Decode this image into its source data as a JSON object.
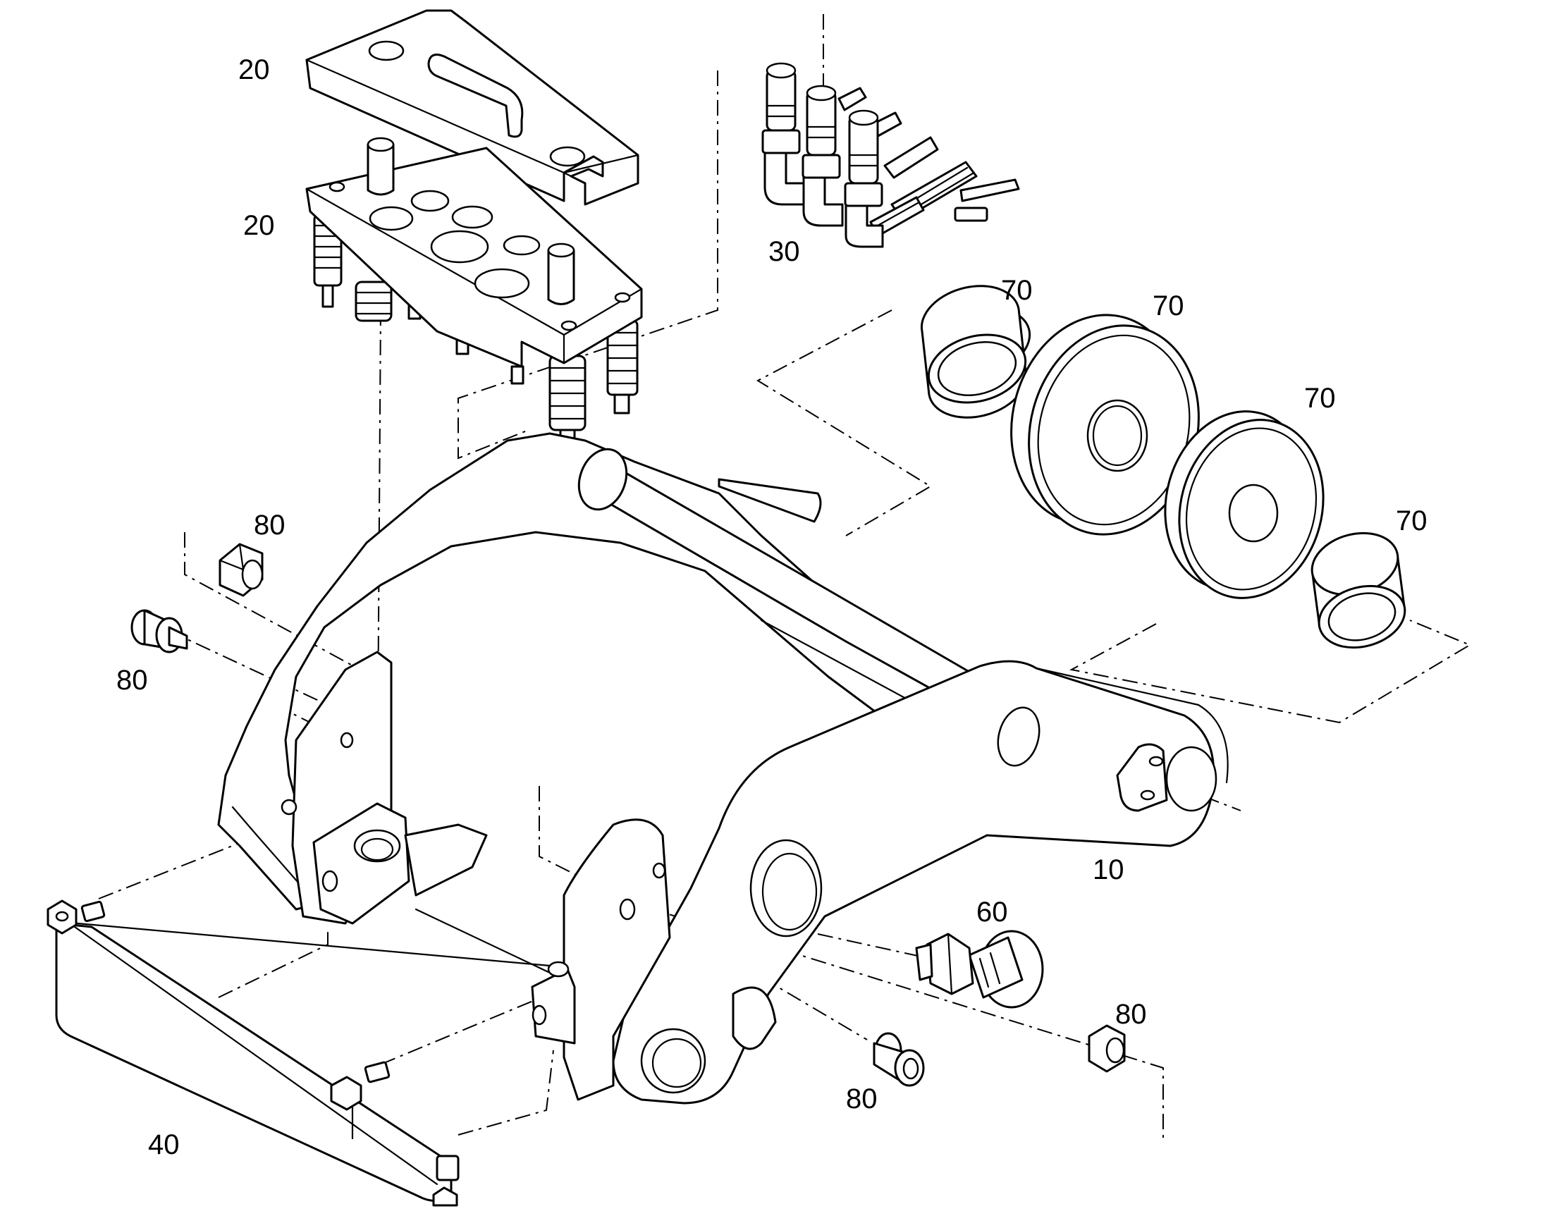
{
  "labels": {
    "cover_plate": "20",
    "valve_block": "20",
    "hose_kit": "30",
    "roller_sleeve_top": "70",
    "roller_wheel_large": "70",
    "roller_wheel_small": "70",
    "roller_sleeve_bottom": "70",
    "nut_left": "80",
    "screw_left": "80",
    "frame": "10",
    "grease_nipple": "60",
    "nut_right": "80",
    "screw_bottom": "80",
    "guard_plate": "40"
  }
}
